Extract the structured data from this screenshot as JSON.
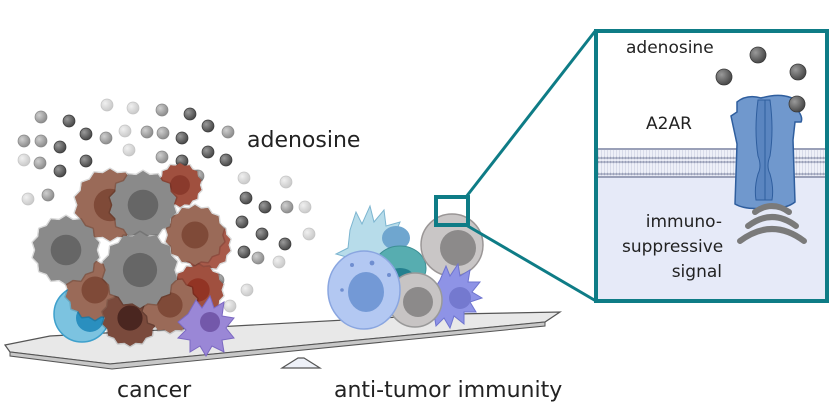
{
  "figure": {
    "labels": {
      "adenosine_main": "adenosine",
      "cancer": "cancer",
      "anti_tumor_immunity": "anti-tumor immunity"
    },
    "inset": {
      "adenosine": "adenosine",
      "receptor": "A2AR",
      "signal_lines": [
        "immuno-",
        "suppressive",
        "signal"
      ]
    },
    "colors": {
      "accent_frame": "#0e7c86",
      "membrane_interior": "#e6eaf8",
      "receptor": "#6f97cd",
      "receptor_stroke": "#2f5e9e",
      "adenosine_dark": "#555555",
      "signal_wave": "#7a7a7a",
      "cancer_brown": "#8b5a48",
      "cancer_gray": "#8a8a8a",
      "cancer_red": "#a0503f",
      "immune_blue": "#a8c0ee",
      "immune_purple": "#8a8ee0",
      "immune_teal": "#4aa6ad"
    }
  }
}
